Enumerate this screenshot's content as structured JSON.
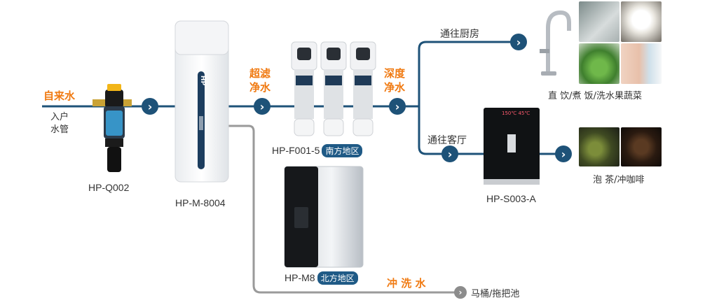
{
  "colors": {
    "pipe": "#1e5278",
    "drain_pipe": "#9a9a9a",
    "accent_orange": "#f07a12",
    "badge": "#1f5a86"
  },
  "inlet": {
    "label": "自来水",
    "sub_line1": "入户",
    "sub_line2": "水管"
  },
  "prefilter": {
    "model": "HP-Q002"
  },
  "softener": {
    "model": "HP-M-8004",
    "brand": "HP"
  },
  "stage2": {
    "line1": "超滤",
    "line2": "净水"
  },
  "stage3": {
    "line1": "深度",
    "line2": "净水"
  },
  "south_unit": {
    "model": "HP-F001-5",
    "region": "南方地区"
  },
  "north_unit": {
    "model": "HP-M8",
    "region": "北方地区"
  },
  "kitchen": {
    "label": "通往厨房",
    "use": "直 饮/煮 饭/洗水果蔬菜"
  },
  "living_room": {
    "label": "通往客厅",
    "use": "泡 茶/冲咖啡"
  },
  "dispenser": {
    "model": "HP-S003-A",
    "display": "150℃  45℃"
  },
  "flush": {
    "label": "冲 洗 水",
    "destination": "马桶/拖把池"
  },
  "icons": {
    "flow_arrow": "chevron-right-icon"
  }
}
